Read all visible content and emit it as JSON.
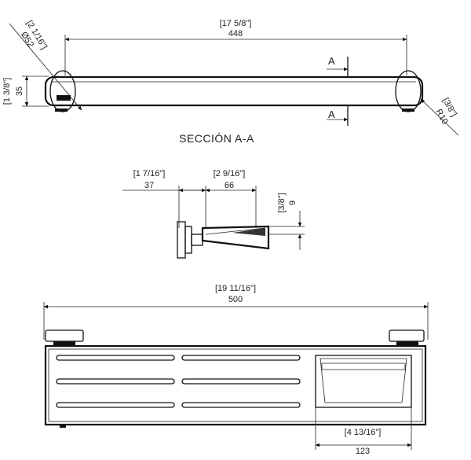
{
  "top_view": {
    "overall_in": "[17 5/8\"]",
    "overall_mm": "448",
    "height_in": "[1 3/8\"]",
    "height_mm": "35",
    "mount_in": "[2 1/16\"]",
    "mount_mm": "Ø52",
    "radius_in": "[3/8\"]",
    "radius_mm": "R10",
    "section_mark_top": "A",
    "section_mark_bottom": "A"
  },
  "section": {
    "title": "SECCIÓN A-A",
    "offset_in": "[1 7/16\"]",
    "offset_mm": "37",
    "depth_in": "[2 9/16\"]",
    "depth_mm": "66",
    "lip_in": "[3/8\"]",
    "lip_mm": "9"
  },
  "front_view": {
    "overall_in": "[19 11/16\"]",
    "overall_mm": "500",
    "basket_in": "[4 13/16\"]",
    "basket_mm": "123"
  }
}
